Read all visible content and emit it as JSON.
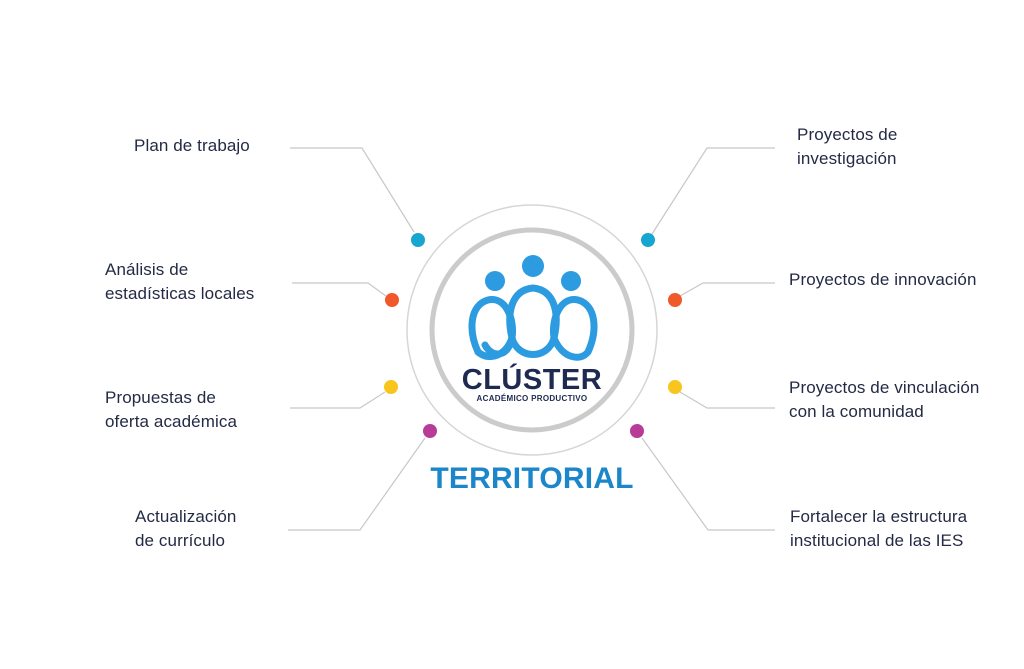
{
  "center": {
    "title": "TERRITORIAL",
    "logo_word": "CLÚSTER",
    "logo_subtitle": "ACADÉMICO PRODUCTIVO"
  },
  "left_items": [
    {
      "label": "Plan de trabajo",
      "dot_color": "#17a6cf"
    },
    {
      "label": "Análisis de\nestadísticas locales",
      "dot_color": "#f0592a"
    },
    {
      "label": "Propuestas de\noferta académica",
      "dot_color": "#f7c51b"
    },
    {
      "label": "Actualización\nde currículo",
      "dot_color": "#b73b97"
    }
  ],
  "right_items": [
    {
      "label": "Proyectos de\ninvestigación",
      "dot_color": "#17a6cf"
    },
    {
      "label": "Proyectos de innovación",
      "dot_color": "#f0592a"
    },
    {
      "label": "Proyectos de vinculación\ncon la comunidad",
      "dot_color": "#f7c51b"
    },
    {
      "label": "Fortalecer la estructura\ninstitucional de las IES",
      "dot_color": "#b73b97"
    }
  ],
  "colors": {
    "title_blue": "#1b86c9",
    "logo_blue": "#2c9be0",
    "logo_navy": "#1e2a4f",
    "connector_gray": "#c8c8c8",
    "ring_gray": "#cfcfcf"
  }
}
